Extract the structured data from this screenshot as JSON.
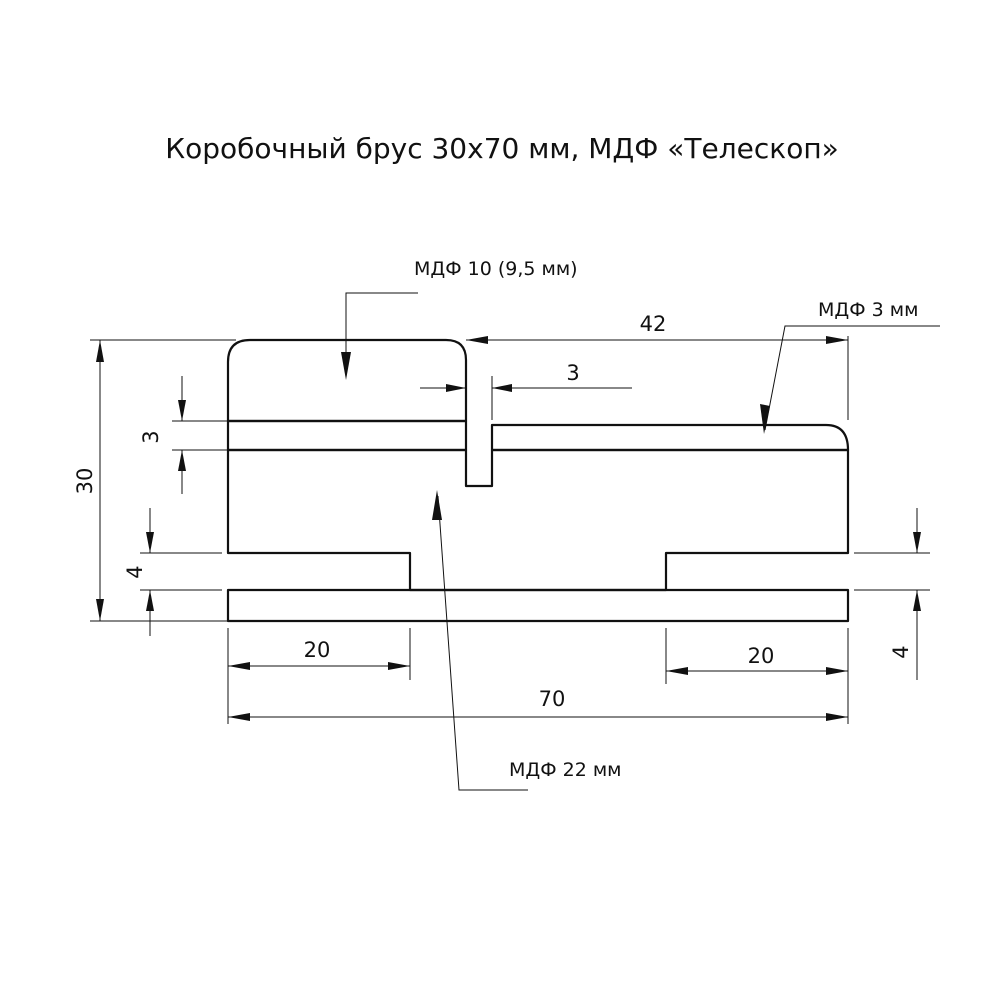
{
  "title": "Коробочный брус 30x70 мм, МДФ «Телескоп»",
  "callouts": {
    "mdf_top": "МДФ 10 (9,5 мм)",
    "mdf_right": "МДФ 3 мм",
    "mdf_core": "МДФ 22 мм"
  },
  "dimensions": {
    "total_height": "30",
    "top_layer": "3",
    "groove_depth": "4",
    "groove_depth_right": "4",
    "left_leg": "20",
    "right_leg": "20",
    "total_width": "70",
    "slot_width": "3",
    "right_part": "42"
  },
  "colors": {
    "line": "#111111",
    "background": "#ffffff"
  }
}
